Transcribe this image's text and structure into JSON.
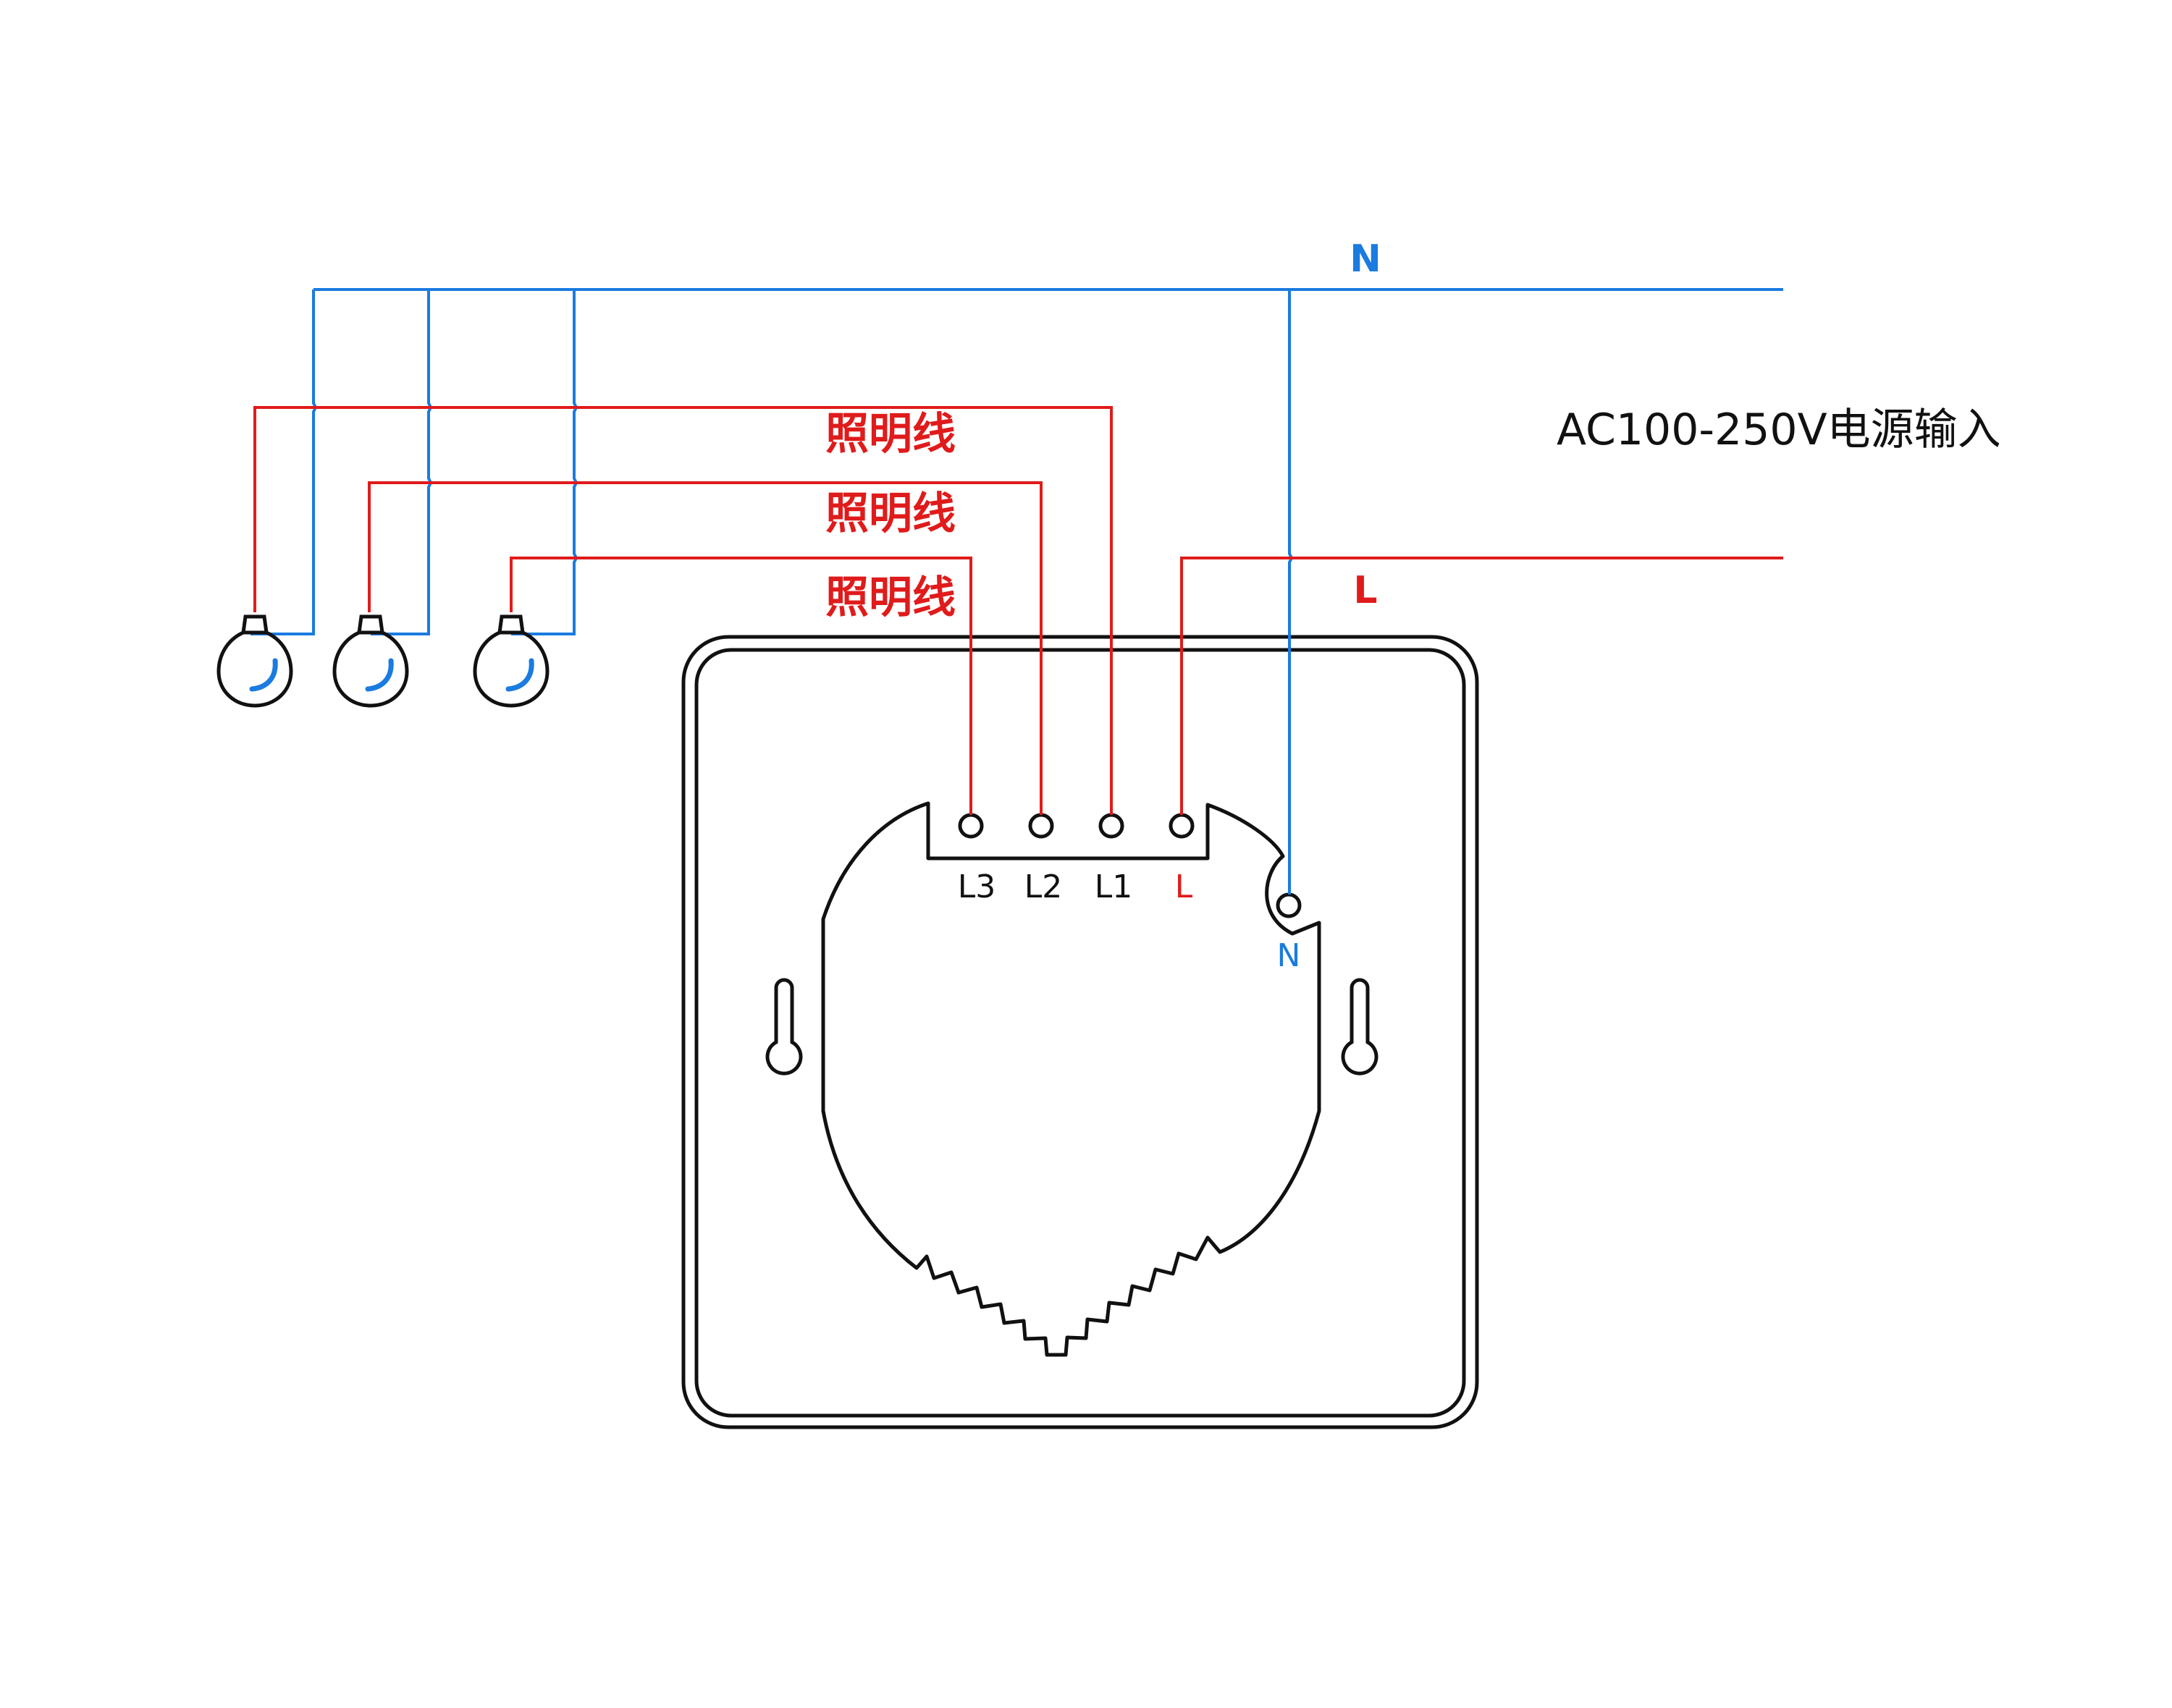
{
  "labels": {
    "neutral_wire": "N",
    "live_wire": "L",
    "power_input": "AC100-250V电源输入",
    "lighting_wire_1": "照明线",
    "lighting_wire_2": "照明线",
    "lighting_wire_3": "照明线"
  },
  "terminals": {
    "l3": "L3",
    "l2": "L2",
    "l1": "L1",
    "l": "L",
    "n": "N"
  },
  "colors": {
    "neutral": "#1a7be0",
    "live": "#e01b1b",
    "outline": "#111111"
  },
  "icons": [
    "light-bulb-icon",
    "light-bulb-icon",
    "light-bulb-icon"
  ]
}
